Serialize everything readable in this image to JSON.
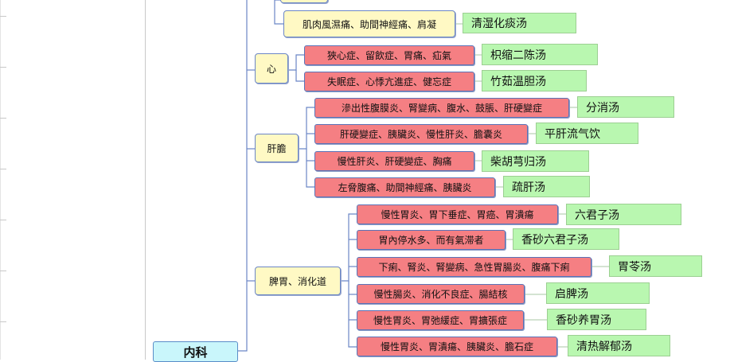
{
  "root": {
    "label": "内科"
  },
  "top_item": {
    "label": "肌肉風濕痛、助間神經痛、肩凝",
    "remedy": "清湿化痰汤"
  },
  "categories": [
    {
      "label": "心",
      "items": [
        {
          "label": "狹心症、留飲症、胃痛、疝氣",
          "remedy": "枳缩二陈汤"
        },
        {
          "label": "失眠症、心悸亢進症、健忘症",
          "remedy": "竹茹温胆汤"
        }
      ]
    },
    {
      "label": "肝膽",
      "items": [
        {
          "label": "滲出性腹膜炎、腎變病、腹水、鼓脹、肝硬變症",
          "remedy": "分消汤"
        },
        {
          "label": "肝硬變症、胰臟炎、慢性肝炎、膽囊炎",
          "remedy": "平肝流气饮"
        },
        {
          "label": "慢性肝炎、肝硬變症、胸痛",
          "remedy": "柴胡芎归汤"
        },
        {
          "label": "左脅腹痛、助間神經痛、胰臟炎",
          "remedy": "疏肝汤"
        }
      ]
    },
    {
      "label": "脾胃、消化道",
      "items": [
        {
          "label": "慢性胃炎、胃下垂症、胃癌、胃潰瘍",
          "remedy": "六君子汤"
        },
        {
          "label": "胃內停水多、而有氣滞者",
          "remedy": "香砂六君子汤"
        },
        {
          "label": "下痢、腎炎、腎變病、急性胃腸炎、腹痛下痢",
          "remedy": "胃苓汤"
        },
        {
          "label": "慢性腸炎、消化不良症、腸結核",
          "remedy": "启脾汤"
        },
        {
          "label": "慢性胃炎、胃弛緩症、胃擴張症",
          "remedy": "香砂养胃汤"
        },
        {
          "label": "慢性胃炎、胃潰瘍、胰臟炎、膽石症",
          "remedy": "清热解郁汤"
        }
      ]
    }
  ]
}
